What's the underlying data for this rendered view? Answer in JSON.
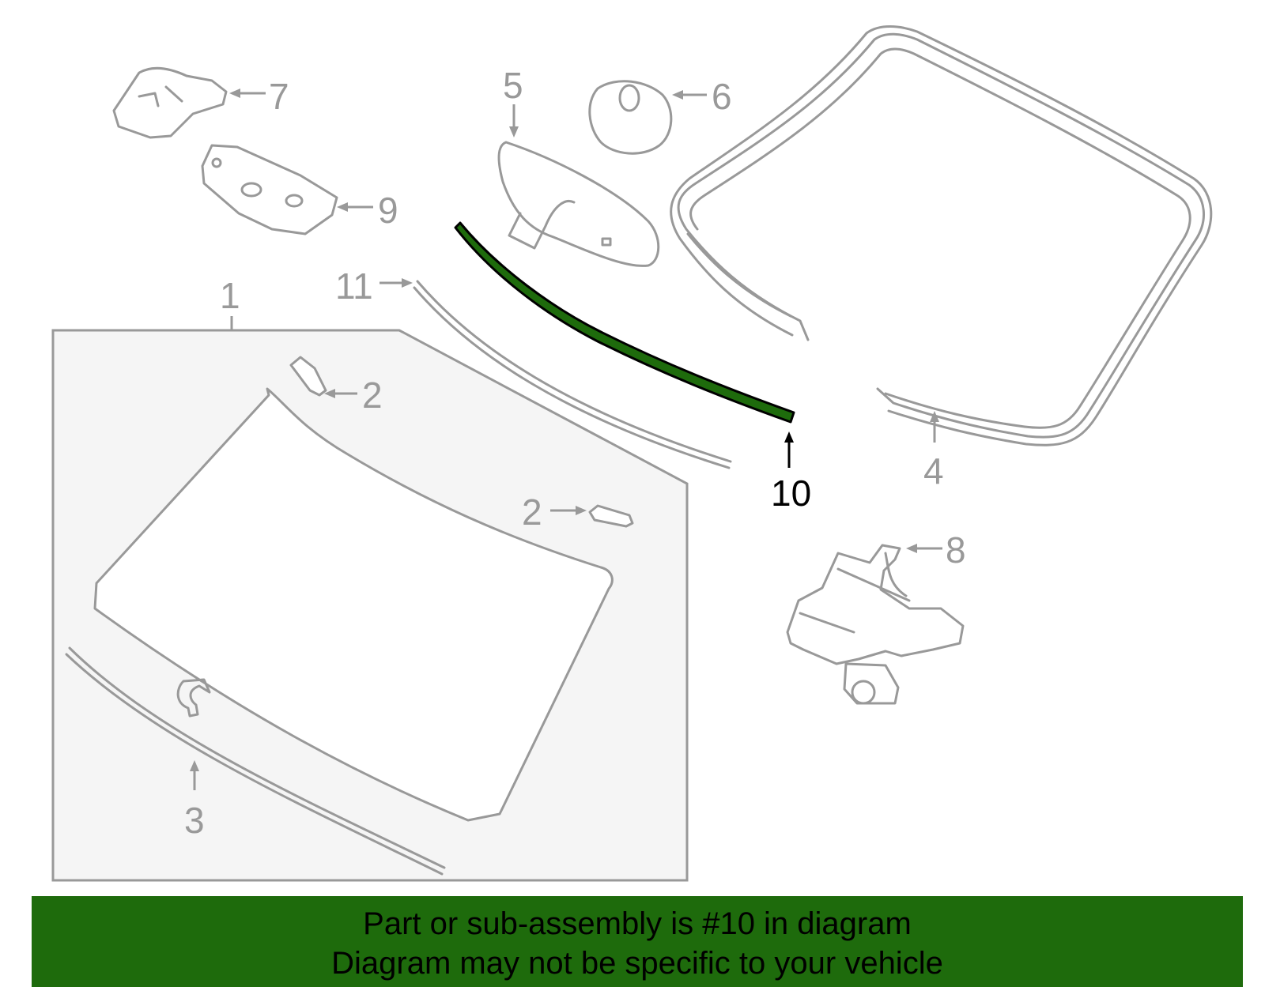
{
  "callouts": {
    "c1": "1",
    "c2a": "2",
    "c2b": "2",
    "c3": "3",
    "c4": "4",
    "c5": "5",
    "c6": "6",
    "c7": "7",
    "c8": "8",
    "c9": "9",
    "c10": "10",
    "c11": "11"
  },
  "highlighted_part": "10",
  "colors": {
    "part_outline": "#999999",
    "highlight_fill": "#1e6b0c",
    "group_box_fill": "#f5f5f5",
    "banner_bg": "#1e6b0c"
  },
  "banner": {
    "line1": "Part or sub-assembly is #10 in diagram",
    "line2": "Diagram may not be specific to your vehicle"
  }
}
